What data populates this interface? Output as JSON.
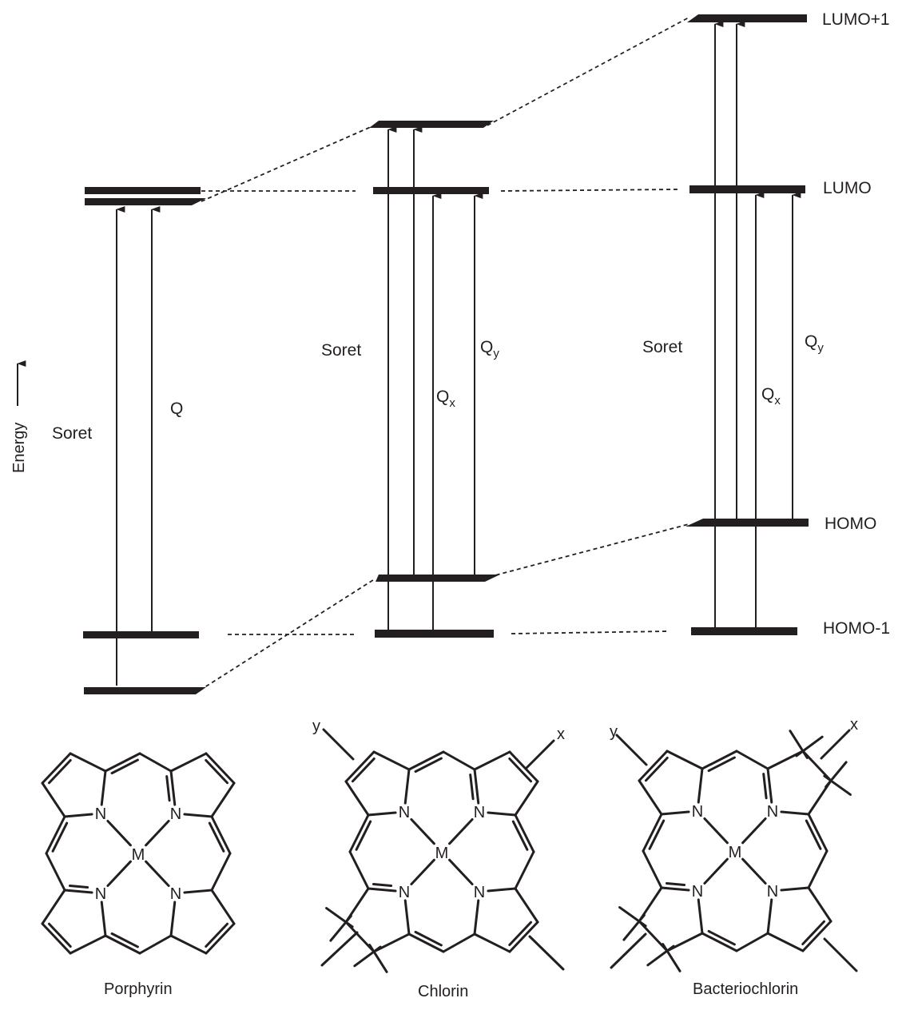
{
  "axis": {
    "label": "Energy",
    "icon": "up-arrow-icon"
  },
  "orbitals": {
    "lumo_plus_1": "LUMO+1",
    "lumo": "LUMO",
    "homo": "HOMO",
    "homo_minus_1": "HOMO-1"
  },
  "columns": [
    {
      "name": "Porphyrin",
      "transitions": {
        "soret": "Soret",
        "q": "Q"
      }
    },
    {
      "name": "Chlorin",
      "transitions": {
        "soret": "Soret",
        "qx_base": "Q",
        "qx_sub": "x",
        "qy_base": "Q",
        "qy_sub": "y"
      },
      "axes": {
        "x": "x",
        "y": "y"
      }
    },
    {
      "name": "Bacteriochlorin",
      "transitions": {
        "soret": "Soret",
        "qx_base": "Q",
        "qx_sub": "x",
        "qy_base": "Q",
        "qy_sub": "y"
      },
      "axes": {
        "x": "x",
        "y": "y"
      }
    }
  ],
  "atoms": {
    "nitrogen": "N",
    "metal": "M"
  },
  "colors": {
    "ink": "#231f20",
    "background": "#ffffff"
  }
}
